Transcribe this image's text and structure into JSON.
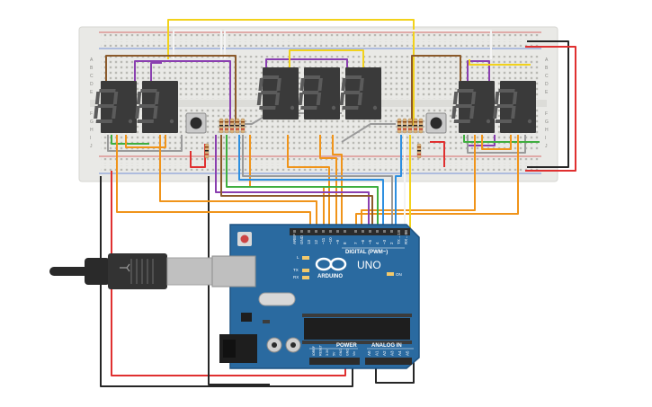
{
  "colors": {
    "background": "#ffffff",
    "breadboard": "#e9e9e6",
    "breadboard_hole": "#b9b9b4",
    "rail_red": "#d04040",
    "rail_blue": "#4a6fd0",
    "arduino_board": "#2a6aa0",
    "arduino_edge": "#1d5282",
    "header": "#2b2b2b",
    "chip": "#1e1e1e",
    "display_body": "#3a3a3a",
    "segment_off": "#5b5b5b",
    "resistor": "#d9b27c",
    "button_body": "#c9c9c9",
    "usb_cable": "#2a2a2a",
    "usb_plug": "#c0c0c0",
    "wire_red": "#e03030",
    "wire_black": "#262626",
    "wire_orange": "#f0941a",
    "wire_yellow": "#f2d21b",
    "wire_green": "#3fae3f",
    "wire_blue": "#2d8fe0",
    "wire_purple": "#8a3fb0",
    "wire_brown": "#8b5a2b",
    "wire_grey": "#9a9a9a",
    "wire_white": "#f4f4f4"
  },
  "icons": {
    "arduino_logo": "infinity-logo-icon",
    "reset_button": "reset-button-icon",
    "usb_plug": "usb-plug-icon"
  },
  "breadboard": {
    "row_letters_top": [
      "A",
      "B",
      "C",
      "D",
      "E"
    ],
    "row_letters_bottom": [
      "F",
      "G",
      "H",
      "I",
      "J"
    ]
  },
  "arduino": {
    "brand": "ARDUINO",
    "model": "UNO",
    "digital_label": "DIGITAL (PWM~)",
    "analog_label": "ANALOG IN",
    "power_label": "POWER",
    "on_label": "ON",
    "led_l": "L",
    "led_tx": "TX",
    "led_rx": "RX",
    "digital_pins": [
      "AREF",
      "GND",
      "13",
      "12",
      "~11",
      "~10",
      "~9",
      "8",
      "7",
      "~6",
      "~5",
      "4",
      "~3",
      "2",
      "TX→1",
      "RX←0"
    ],
    "power_pins": [
      "IOREF",
      "RESET",
      "3.3V",
      "5V",
      "GND",
      "GND",
      "Vin"
    ],
    "analog_pins": [
      "A0",
      "A1",
      "A2",
      "A3",
      "A4",
      "A5"
    ]
  },
  "displays": {
    "count": 7,
    "digit_glyph": "8."
  }
}
